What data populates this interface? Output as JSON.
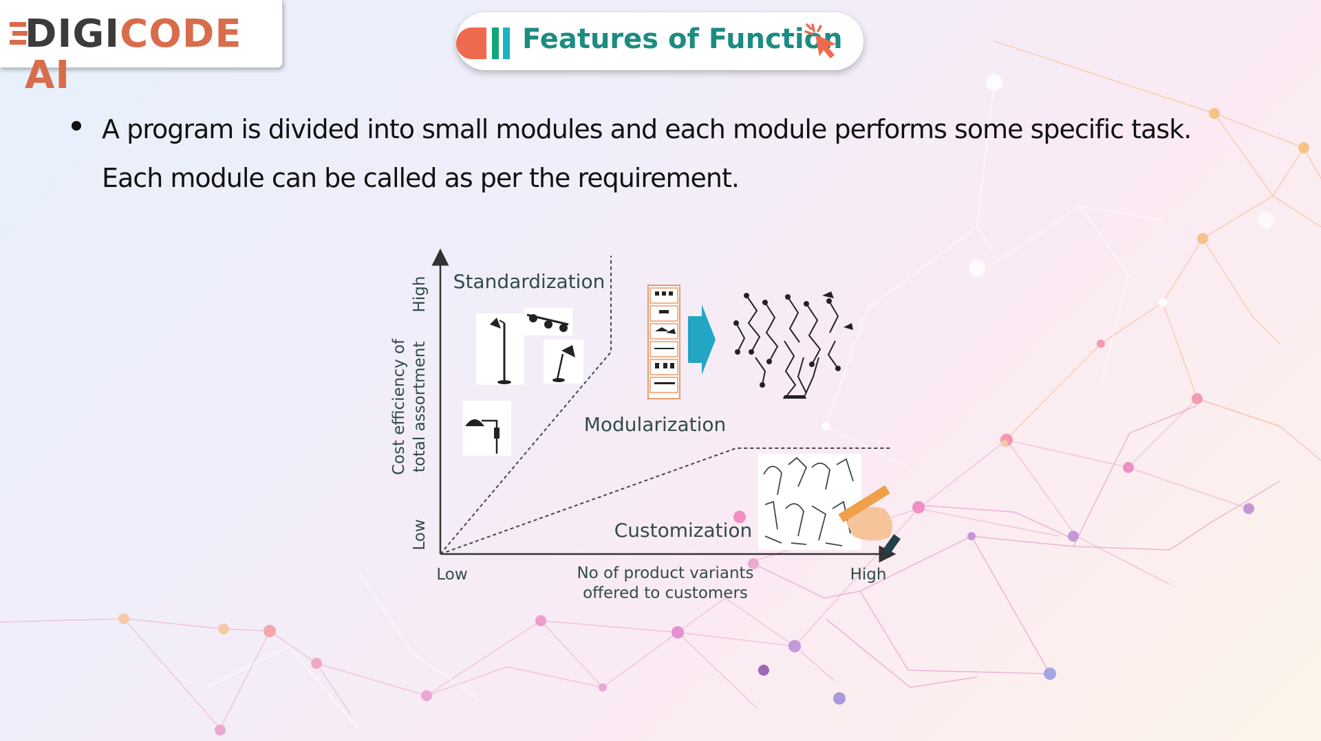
{
  "logo": {
    "text_dark": "DIGI",
    "text_orange": "CODE AI"
  },
  "header": {
    "title": "Features of Function",
    "icon": "cursor-click-icon"
  },
  "content": {
    "bullet_text": "A program is divided into small modules and each module performs some specific task. Each module can be called as per the requirement."
  },
  "diagram": {
    "y_axis": {
      "title_line1": "Cost efficiency of",
      "title_line2": "total assortment",
      "high": "High",
      "low": "Low"
    },
    "x_axis": {
      "title_line1": "No of product variants",
      "title_line2": "offered to customers",
      "low": "Low",
      "high": "High"
    },
    "regions": {
      "standardization": "Standardization",
      "modularization": "Modularization",
      "customization": "Customization"
    }
  },
  "colors": {
    "accent_orange": "#d96c4a",
    "title_teal": "#1d8c82",
    "arrow_blue": "#22a6c4"
  }
}
